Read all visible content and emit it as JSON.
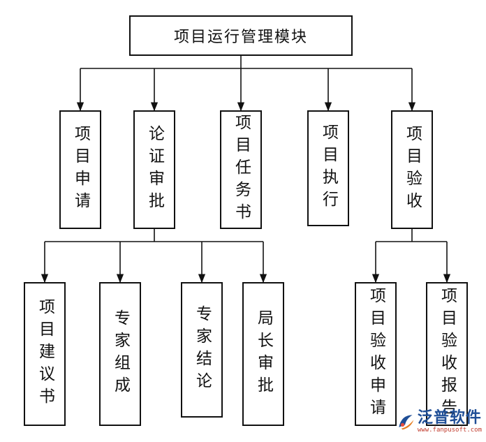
{
  "diagram": {
    "root": "项目运行管理模块",
    "level1": [
      "项目申请",
      "论证审批",
      "项目任务书",
      "项目执行",
      "项目验收"
    ],
    "children_of_approval": [
      "项目建议书",
      "专家组成",
      "专家结论",
      "局长审批"
    ],
    "children_of_acceptance": [
      "项目验收申请",
      "项目验收报告"
    ]
  },
  "watermark": {
    "name": "泛普软件",
    "url": "www.fanpusoft.com"
  },
  "colors": {
    "line": "#111111",
    "watermark_text": "#1f4e96",
    "watermark_url": "#c0392b"
  }
}
